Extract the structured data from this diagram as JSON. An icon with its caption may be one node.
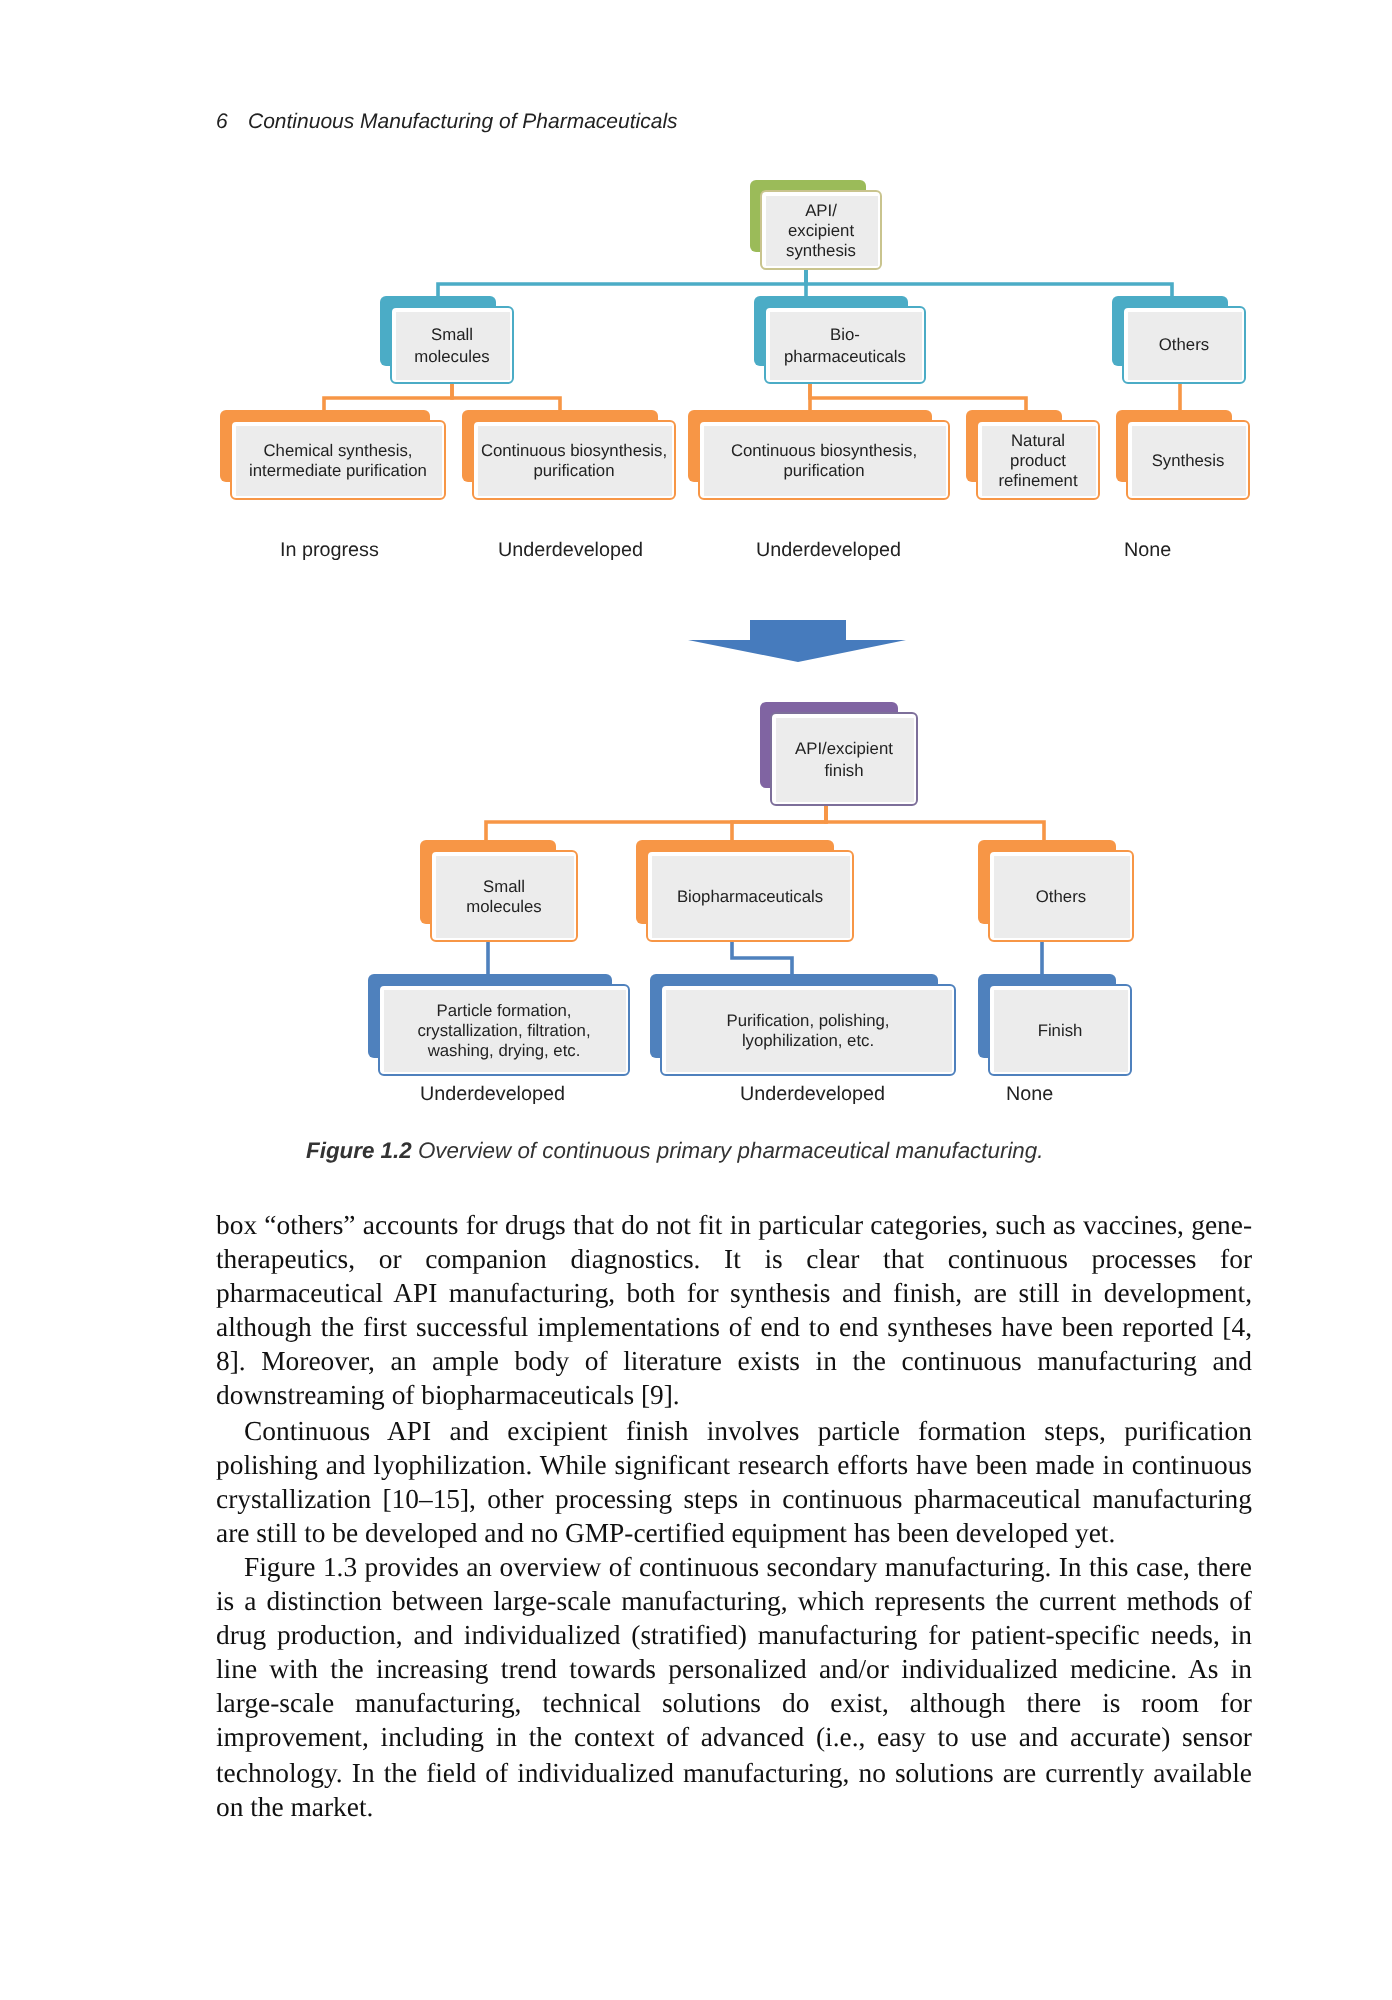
{
  "diagram": {
    "caption": "**Figure 1.2** Overview of continuous primary pharmaceutical manufacturing.",
    "nodes": [
      {
        "text": [
          "API/ excipient synthesis"
        ]
      },
      {
        "text": [
          "Small molecules"
        ]
      },
      {
        "text": [
          "Bio- pharmaceuticals"
        ]
      },
      {
        "text": [
          "Others"
        ]
      },
      {
        "text": [
          "Chemical synthesis, intermediate purification"
        ],
        "beside": [
          "In progress"
        ]
      },
      {
        "text": [
          "Continuous biosynthesis, purification"
        ],
        "beside": [
          "Underdeveloped"
        ]
      },
      {
        "text": [
          "Continuous biosynthesis, purification"
        ],
        "beside": [
          "Underdeveloped"
        ]
      },
      {
        "text": [
          "Natural product refinement"
        ]
      },
      {
        "text": [
          "Synthesis"
        ],
        "beside": [
          "None"
        ]
      },
      {
        "text": [
          "API/excipient finish"
        ]
      },
      {
        "text": [
          "Small molecules"
        ]
      },
      {
        "text": [
          "Biopharmaceuticals"
        ]
      },
      {
        "text": [
          "Others"
        ]
      },
      {
        "text": [
          "Particle formation, crystallization, filtration, washing, drying, etc."
        ],
        "beside": [
          "Underdeveloped"
        ]
      },
      {
        "text": [
          "Purification, polishing, lyophilization, etc."
        ],
        "beside": [
          "Underdeveloped"
        ]
      },
      {
        "text": [
          "Finish"
        ],
        "beside": [
          "None"
        ]
      }
    ],
    "edges": [
      {
        "from": 0,
        "to": 1,
        "arrow": "none",
        "color": "#4bacc6"
      },
      {
        "from": 0,
        "to": 2,
        "arrow": "none",
        "color": "#4bacc6"
      },
      {
        "from": 0,
        "to": 3,
        "arrow": "none",
        "color": "#4bacc6"
      },
      {
        "from": 1,
        "to": 4,
        "arrow": "none"
      },
      {
        "from": 1,
        "to": 5,
        "arrow": "none"
      },
      {
        "from": 2,
        "to": 6,
        "arrow": "none"
      },
      {
        "from": 2,
        "to": 7,
        "arrow": "none"
      },
      {
        "from": 3,
        "to": 8,
        "arrow": "none"
      },
      {
        "from": 9,
        "to": 10,
        "arrow": "none"
      },
      {
        "from": 9,
        "to": 11,
        "arrow": "none"
      },
      {
        "from": 9,
        "to": 12,
        "arrow": "none"
      },
      {
        "from": 10,
        "to": 13,
        "arrow": "none",
        "color": "#4f81bd"
      },
      {
        "from": 11,
        "to": 14,
        "arrow": "none",
        "color": "#4f81bd"
      },
      {
        "from": 12,
        "to": 15,
        "arrow": "none",
        "color": "#4f81bd"
      }
    ],
    "labels": [
      "6",
      "Continuous Manufacturing of Pharmaceuticals",
      "box “others” accounts for drugs that do not fit in particular categories, such as vaccines, gene-therapeutics, or companion diagnostics. It is clear that continuous processes for pharmaceutical API manufacturing, both for synthesis and finish, are still in development, although the first successful implementations of end to end syntheses have been reported [4, 8]. Moreover, an ample body of literature exists in the continuous manufacturing and downstreaming of biopharmaceuticals [9].",
      "Continuous API and excipient finish involves particle formation steps, purification polishing and lyophilization. While significant research efforts have been made in continuous crystallization [10–15], other processing steps in continuous pharmaceutical manufacturing are still to be developed and no GMP-certified equipment has been developed yet.",
      "Figure 1.3 provides an overview of continuous secondary manufacturing. In this case, there is a distinction between large-scale manufacturing, which represents the current methods of drug production, and individualized (stratified) manufacturing for patient-specific needs, in line with the increasing trend towards personalized and/or individualized medicine. As in large-scale manufacturing, technical solutions do exist, although there is room for improvement, including in the context of advanced (i.e., easy to use and accurate) sensor technology. In the field of individualized manufacturing, no solutions are currently available on the market."
    ]
  }
}
